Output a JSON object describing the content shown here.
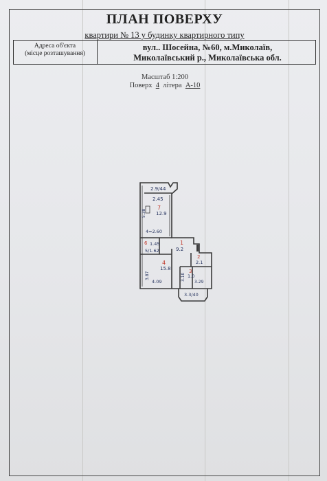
{
  "document": {
    "title": "ПЛАН ПОВЕРХУ",
    "subtitle_prefix": "квартири № ",
    "apartment_number": "13",
    "subtitle_suffix": " у будинку квартирного типу"
  },
  "address": {
    "label_line1": "Адреса об'єкта",
    "label_line2": "(місце розташування)",
    "value_line1": "вул.. Шосейна, №60, м.Миколаїв,",
    "value_line2": "Миколаївський р., Миколаївська обл."
  },
  "scale": {
    "text": "Масштаб 1:200"
  },
  "floor": {
    "floor_label": "Поверх",
    "floor_value": "4",
    "litera_label": "літера",
    "litera_value": "А-10"
  },
  "plan": {
    "labels": {
      "top_corridor": "2.9/44",
      "room_width_top": "2.45",
      "room7_num": "7",
      "room7_area": "12.9",
      "room7_side": "5.38",
      "left_dim": "4=2.60",
      "room6_num": "6",
      "room6_dim": "1.45",
      "room5_dim": "5/1.62",
      "room1_num": "1",
      "room1_area": "9.2",
      "room2_num": "2",
      "room2_area": "2.1",
      "room4_num": "4",
      "room4_area": "15.8",
      "room4_side": "3.87",
      "room3_num": "3",
      "room3_area": "1.0",
      "room3_side": "3.10",
      "bottom_width": "4.09",
      "right_width": "3.29",
      "balcony": "3.3/40"
    },
    "colors": {
      "wall": "#3a3a3a",
      "room_number": "#c0392b",
      "handwriting": "#1f2d5a"
    }
  }
}
